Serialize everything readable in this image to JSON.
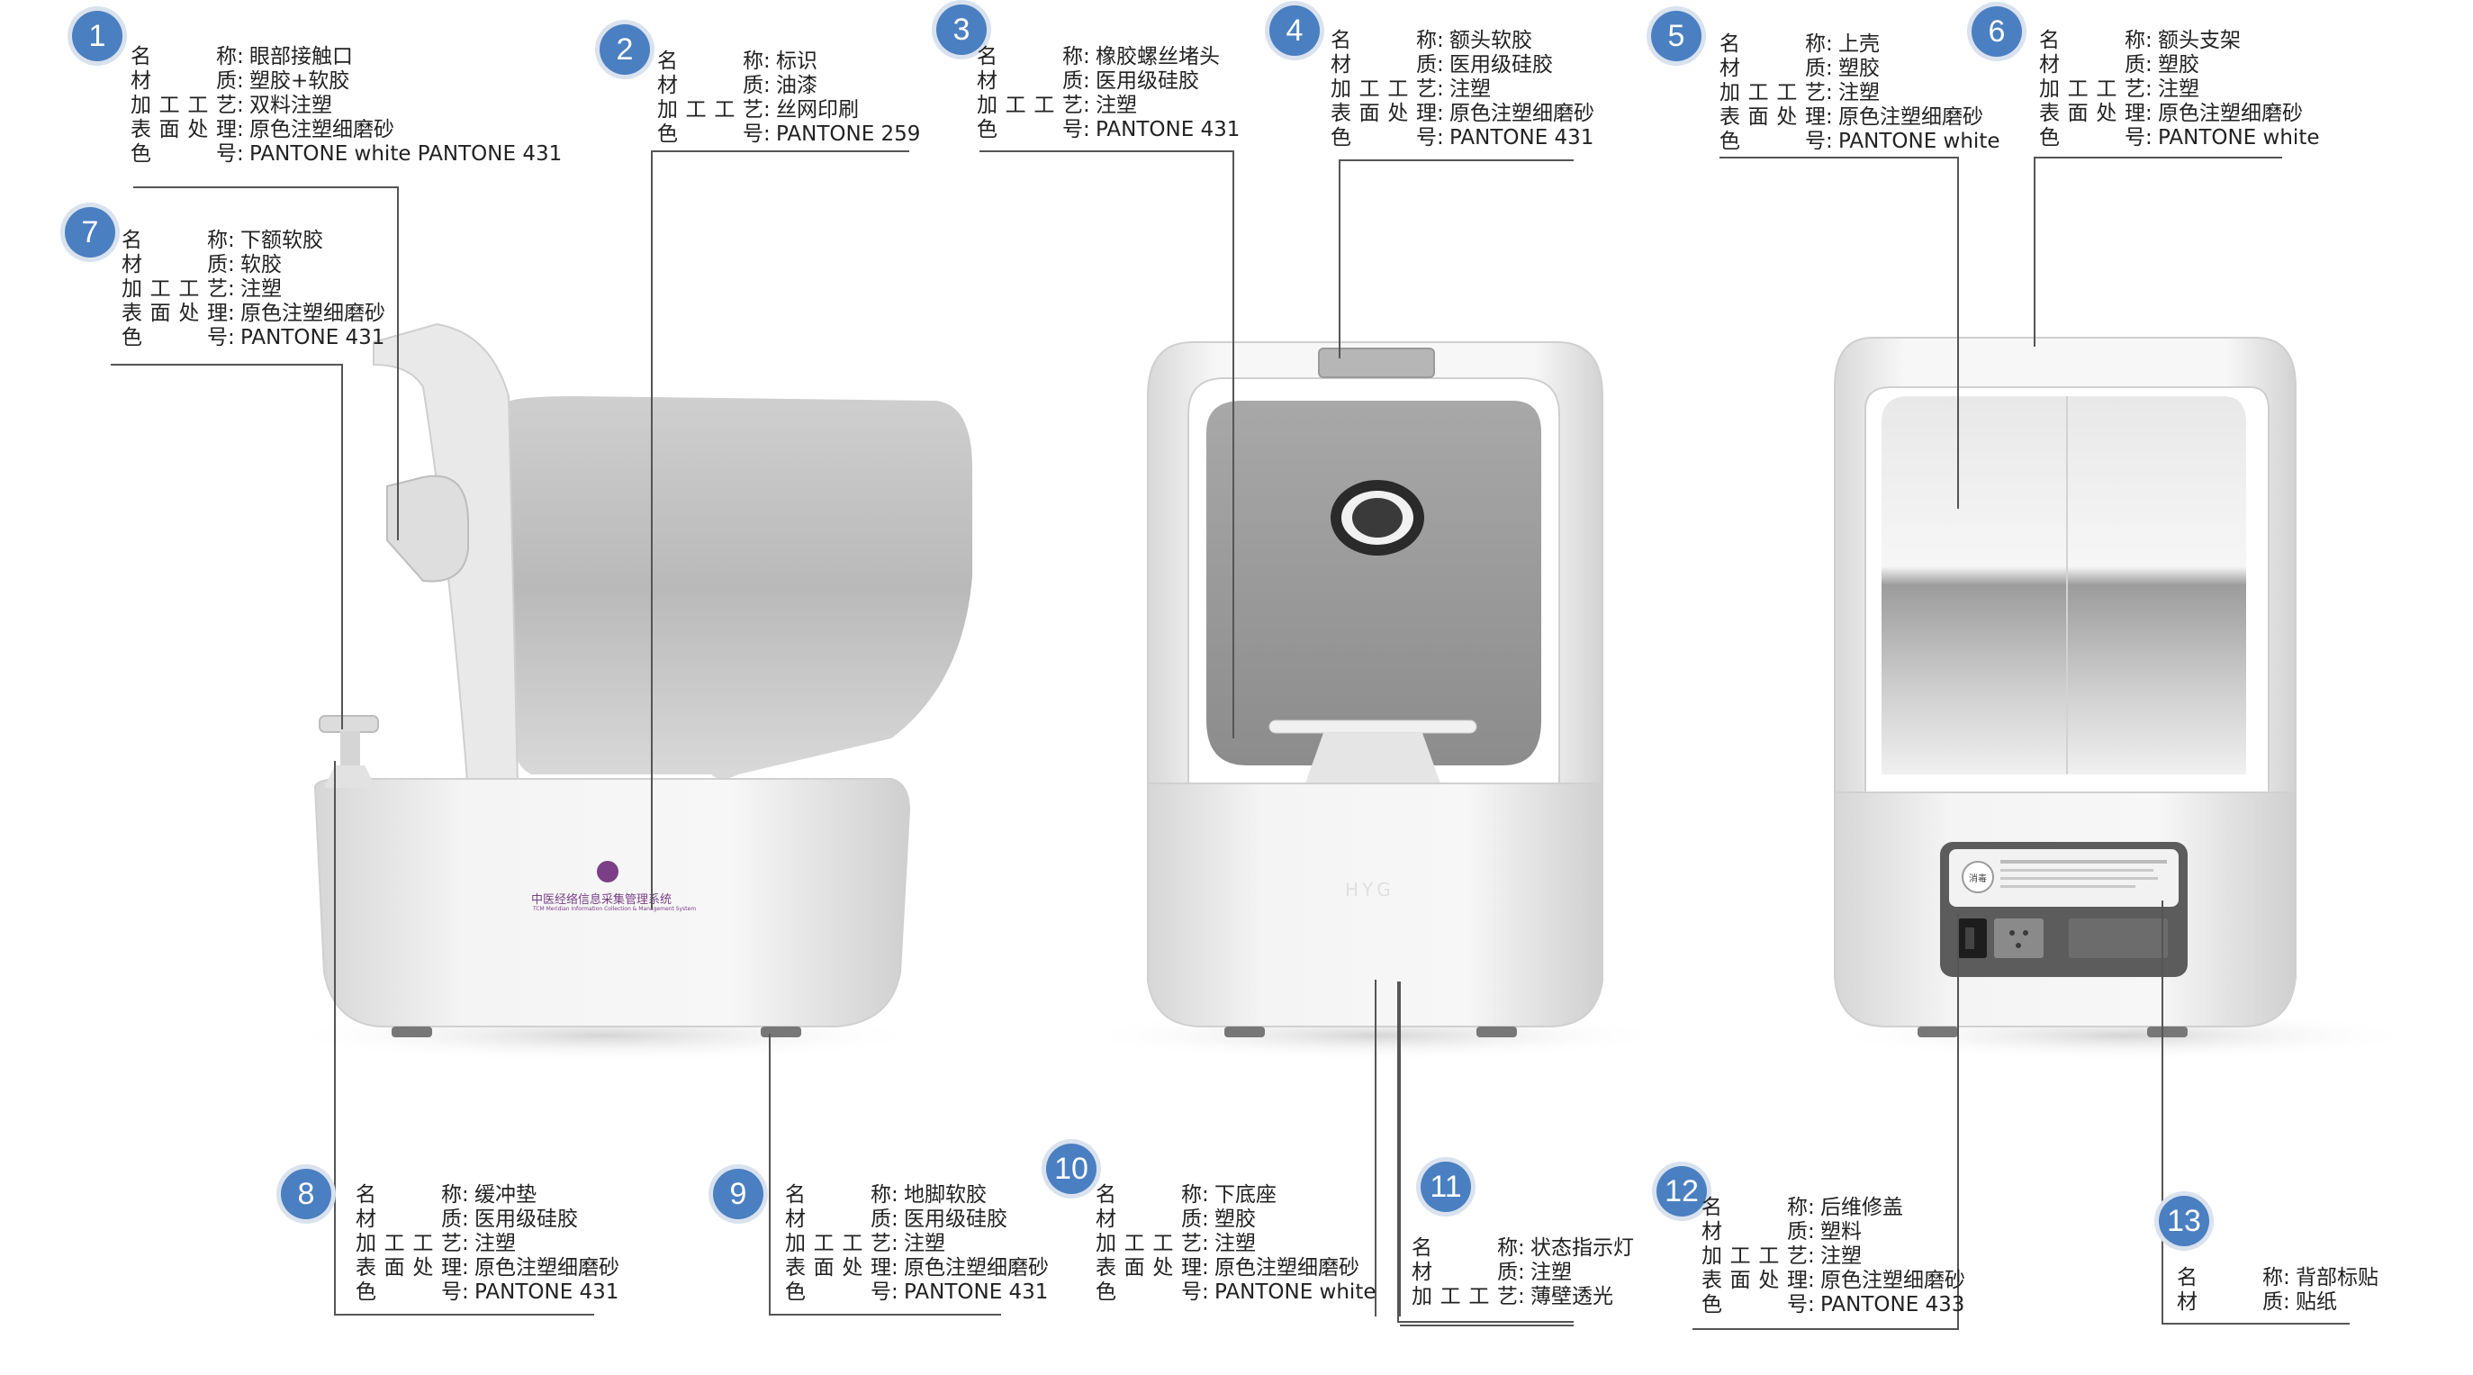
{
  "field_labels": {
    "name": "名称",
    "material": "材质",
    "process": "加工工艺",
    "finish": "表面处理",
    "color": "色号"
  },
  "callouts": [
    {
      "num": "1",
      "fields": [
        {
          "k": "name",
          "v": "眼部接触口"
        },
        {
          "k": "material",
          "v": "塑胶+软胶"
        },
        {
          "k": "process",
          "v": "双料注塑"
        },
        {
          "k": "finish",
          "v": "原色注塑细磨砂"
        },
        {
          "k": "color",
          "v": "PANTONE white PANTONE 431"
        }
      ]
    },
    {
      "num": "2",
      "fields": [
        {
          "k": "name",
          "v": "标识"
        },
        {
          "k": "material",
          "v": "油漆"
        },
        {
          "k": "process",
          "v": "丝网印刷"
        },
        {
          "k": "color",
          "v": "PANTONE 259"
        }
      ]
    },
    {
      "num": "3",
      "fields": [
        {
          "k": "name",
          "v": "橡胶螺丝堵头"
        },
        {
          "k": "material",
          "v": "医用级硅胶"
        },
        {
          "k": "process",
          "v": "注塑"
        },
        {
          "k": "color",
          "v": "PANTONE 431"
        }
      ]
    },
    {
      "num": "4",
      "fields": [
        {
          "k": "name",
          "v": "额头软胶"
        },
        {
          "k": "material",
          "v": "医用级硅胶"
        },
        {
          "k": "process",
          "v": "注塑"
        },
        {
          "k": "finish",
          "v": "原色注塑细磨砂"
        },
        {
          "k": "color",
          "v": "PANTONE 431"
        }
      ]
    },
    {
      "num": "5",
      "fields": [
        {
          "k": "name",
          "v": "上壳"
        },
        {
          "k": "material",
          "v": "塑胶"
        },
        {
          "k": "process",
          "v": "注塑"
        },
        {
          "k": "finish",
          "v": "原色注塑细磨砂"
        },
        {
          "k": "color",
          "v": "PANTONE white"
        }
      ]
    },
    {
      "num": "6",
      "fields": [
        {
          "k": "name",
          "v": "额头支架"
        },
        {
          "k": "material",
          "v": "塑胶"
        },
        {
          "k": "process",
          "v": "注塑"
        },
        {
          "k": "finish",
          "v": "原色注塑细磨砂"
        },
        {
          "k": "color",
          "v": "PANTONE white"
        }
      ]
    },
    {
      "num": "7",
      "fields": [
        {
          "k": "name",
          "v": "下额软胶"
        },
        {
          "k": "material",
          "v": "软胶"
        },
        {
          "k": "process",
          "v": "注塑"
        },
        {
          "k": "finish",
          "v": "原色注塑细磨砂"
        },
        {
          "k": "color",
          "v": "PANTONE 431"
        }
      ]
    },
    {
      "num": "8",
      "fields": [
        {
          "k": "name",
          "v": "缓冲垫"
        },
        {
          "k": "material",
          "v": "医用级硅胶"
        },
        {
          "k": "process",
          "v": "注塑"
        },
        {
          "k": "finish",
          "v": "原色注塑细磨砂"
        },
        {
          "k": "color",
          "v": "PANTONE 431"
        }
      ]
    },
    {
      "num": "9",
      "fields": [
        {
          "k": "name",
          "v": "地脚软胶"
        },
        {
          "k": "material",
          "v": "医用级硅胶"
        },
        {
          "k": "process",
          "v": "注塑"
        },
        {
          "k": "finish",
          "v": "原色注塑细磨砂"
        },
        {
          "k": "color",
          "v": "PANTONE 431"
        }
      ]
    },
    {
      "num": "10",
      "fields": [
        {
          "k": "name",
          "v": "下底座"
        },
        {
          "k": "material",
          "v": "塑胶"
        },
        {
          "k": "process",
          "v": "注塑"
        },
        {
          "k": "finish",
          "v": "原色注塑细磨砂"
        },
        {
          "k": "color",
          "v": "PANTONE white"
        }
      ]
    },
    {
      "num": "11",
      "fields": [
        {
          "k": "name",
          "v": "状态指示灯"
        },
        {
          "k": "material",
          "v": "注塑"
        },
        {
          "k": "process",
          "v": "薄壁透光"
        }
      ]
    },
    {
      "num": "12",
      "fields": [
        {
          "k": "name",
          "v": "后维修盖"
        },
        {
          "k": "material",
          "v": "塑料"
        },
        {
          "k": "process",
          "v": "注塑"
        },
        {
          "k": "finish",
          "v": "原色注塑细磨砂"
        },
        {
          "k": "color",
          "v": "PANTONE 433"
        }
      ]
    },
    {
      "num": "13",
      "fields": [
        {
          "k": "name",
          "v": "背部标贴"
        },
        {
          "k": "material",
          "v": "贴纸"
        }
      ]
    }
  ],
  "product": {
    "logo_text_cn": "中医经络信息采集管理系统",
    "logo_text_en": "TCM Meridian Information Collection & Management System",
    "front_brand": "HYG",
    "rear_label_text": "消毒"
  },
  "colors": {
    "badge": "#4a7fc1",
    "line": "#555555",
    "body": "#efefef",
    "shadow": "#cfcfcf",
    "dark_panel": "#5c5c5c",
    "logo": "#7a3f86"
  }
}
